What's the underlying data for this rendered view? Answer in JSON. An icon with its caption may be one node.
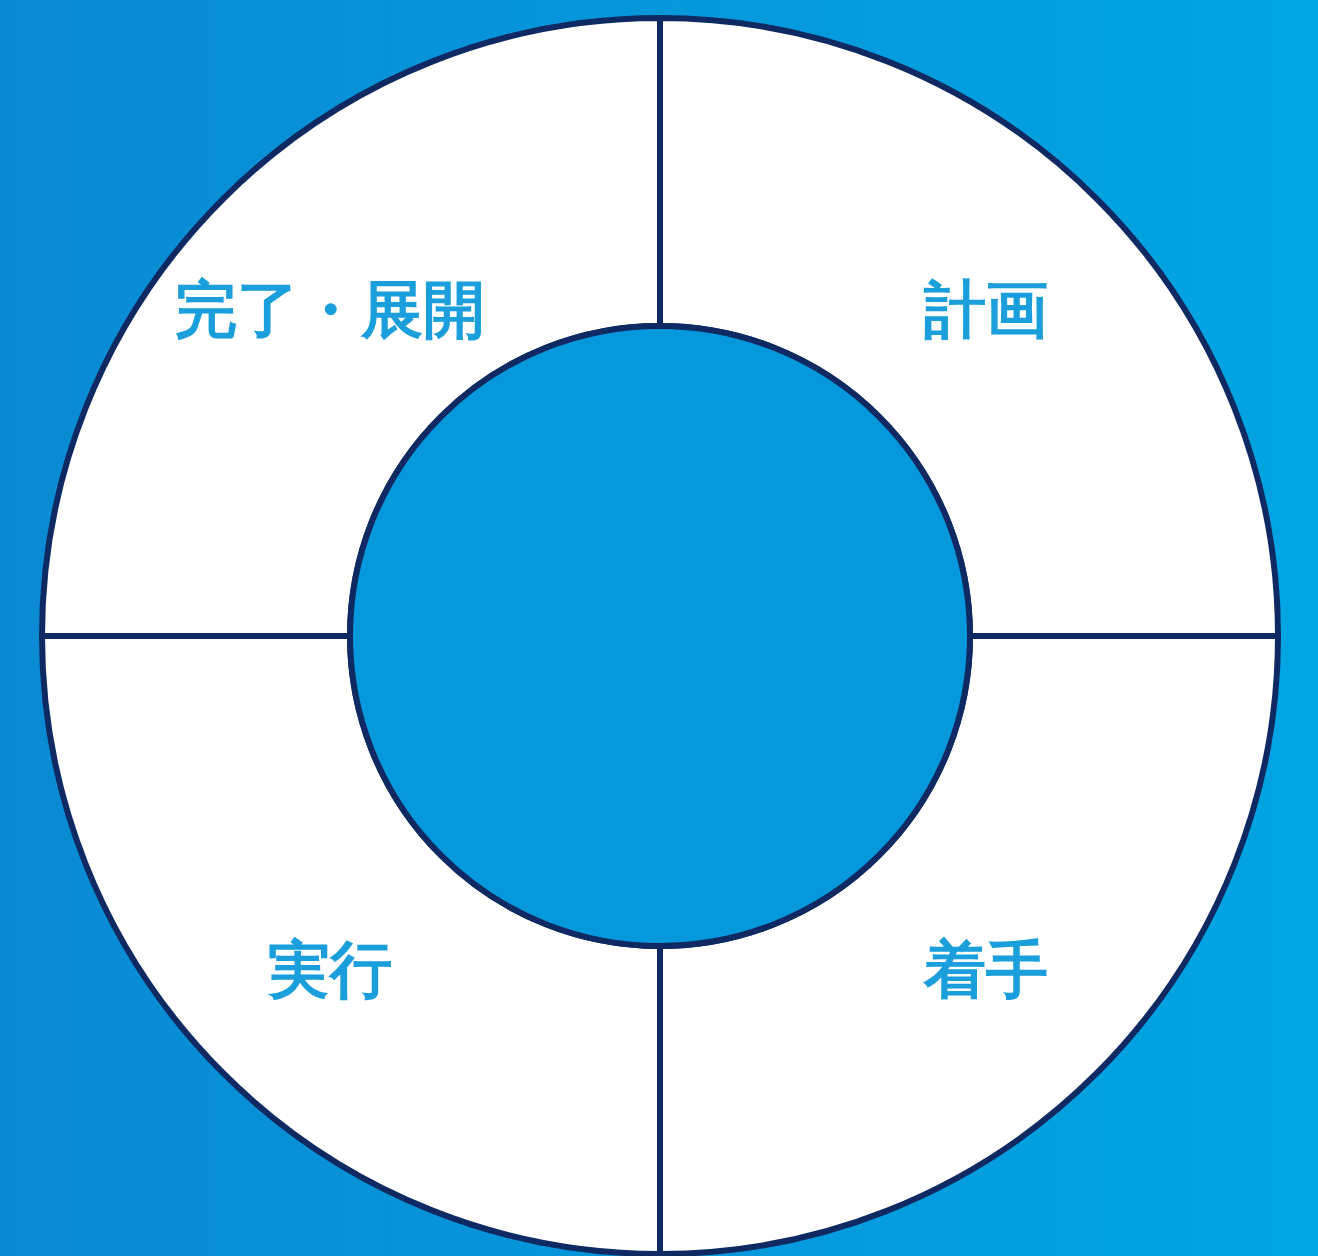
{
  "diagram": {
    "nodes": [
      {
        "text": [
          "完了・展開"
        ]
      },
      {
        "text": [
          "計画"
        ]
      },
      {
        "text": [
          "実行"
        ]
      },
      {
        "text": [
          "着手"
        ]
      },
      {
        "text": [],
        "shape": "circle"
      }
    ]
  }
}
